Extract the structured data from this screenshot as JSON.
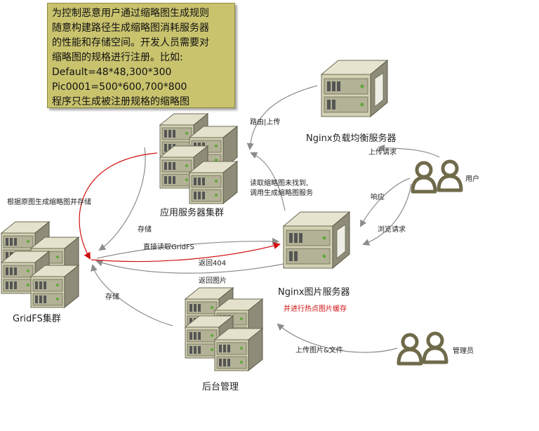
{
  "note": {
    "lines": [
      "为控制恶意用户通过缩略图生成规则",
      "随意构建路径生成缩略图消耗服务器",
      "的性能和存储空间。开发人员需要对",
      "缩略图的规格进行注册。比如:",
      "Default=48*48,300*300",
      "Pic0001=500*600,700*800",
      "程序只生成被注册规格的缩略图"
    ]
  },
  "nodes": {
    "nginx_lb": "Nginx负载均衡服务器",
    "app_cluster": "应用服务器集群",
    "nginx_img": "Nginx图片服务器",
    "nginx_img_sub": "并进行热点图片缓存",
    "gridfs": "GridFS集群",
    "backend": "后台管理",
    "user": "用户",
    "admin": "管理员"
  },
  "edges": {
    "route_upload": "路由|上传",
    "upload_request": "上传请求",
    "read_thumb_line1": "读取缩略图未找到,",
    "read_thumb_line2": "调用生成缩略图服务",
    "respond": "响应",
    "browse_request": "浏览请求",
    "gen_store": "根据原图生成缩略图并存储",
    "store1": "存储",
    "direct_read": "直接读取GridFS",
    "return_404": "返回404",
    "return_image": "返回图片",
    "store2": "存储",
    "upload_files": "上传图片&文件"
  },
  "colors": {
    "note_bg": "#c9c36e",
    "server_body": "#c7c5a7",
    "arrow_gray": "#8c8c8c",
    "arrow_red": "#d01010",
    "person": "#6f6a4a"
  }
}
